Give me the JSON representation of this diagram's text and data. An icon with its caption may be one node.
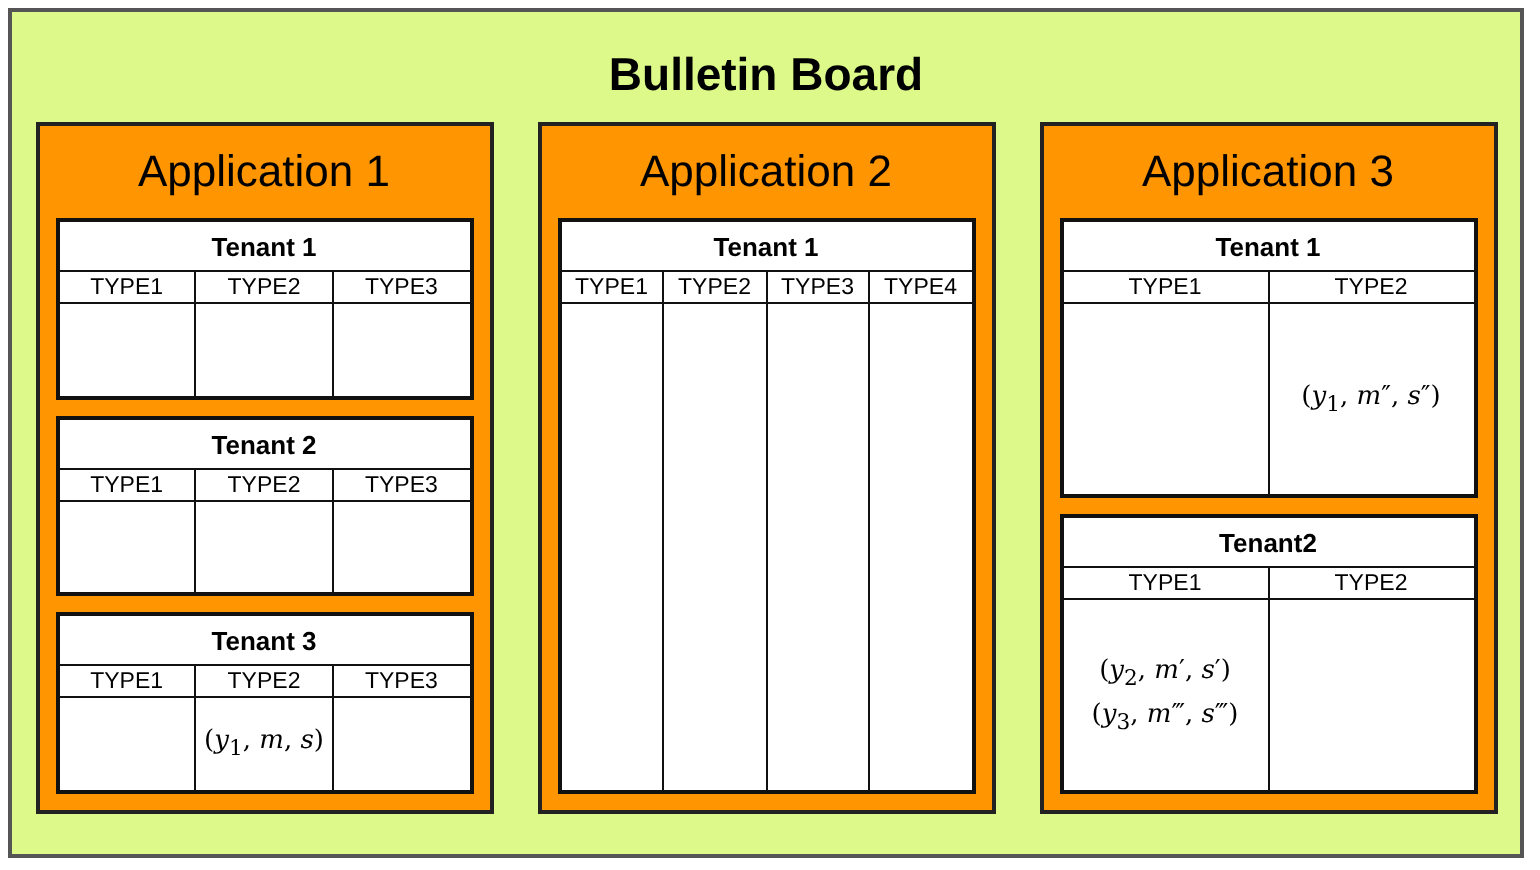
{
  "diagram": {
    "nodes": [
      {
        "text": [
          "Bulletin Board"
        ]
      },
      {
        "text": [
          "Application 1"
        ],
        "in": 0
      },
      {
        "text": [
          "Tenant 1"
        ],
        "in": 1
      },
      {
        "text": [
          "TYPE1"
        ],
        "in": 2
      },
      {
        "text": [
          "TYPE2"
        ],
        "in": 2
      },
      {
        "text": [
          "TYPE3"
        ],
        "in": 2
      },
      {
        "text": [
          "Tenant 2"
        ],
        "in": 1
      },
      {
        "text": [
          "TYPE1"
        ],
        "in": 6
      },
      {
        "text": [
          "TYPE2"
        ],
        "in": 6
      },
      {
        "text": [
          "TYPE3"
        ],
        "in": 6
      },
      {
        "text": [
          "Tenant 3"
        ],
        "in": 1
      },
      {
        "text": [
          "TYPE1"
        ],
        "in": 10
      },
      {
        "text": [
          "TYPE2",
          "(*y*$_{1}$, *m*, *s*)"
        ],
        "in": 10
      },
      {
        "text": [
          "TYPE3"
        ],
        "in": 10
      },
      {
        "text": [
          "Application 2"
        ],
        "in": 0
      },
      {
        "text": [
          "Tenant 1"
        ],
        "in": 14
      },
      {
        "text": [
          "TYPE1"
        ],
        "in": 15
      },
      {
        "text": [
          "TYPE2"
        ],
        "in": 15
      },
      {
        "text": [
          "TYPE3"
        ],
        "in": 15
      },
      {
        "text": [
          "TYPE4"
        ],
        "in": 15
      },
      {
        "text": [
          "Application 3"
        ],
        "in": 0
      },
      {
        "text": [
          "Tenant 1"
        ],
        "in": 20
      },
      {
        "text": [
          "TYPE1"
        ],
        "in": 21
      },
      {
        "text": [
          "TYPE2",
          "(*y*$_{1}$, *m*″, *s*″)"
        ],
        "in": 21
      },
      {
        "text": [
          "Tenant2"
        ],
        "in": 20
      },
      {
        "text": [
          "TYPE1",
          "(*y*$_{2}$, *m*′, *s*′)",
          "(*y*$_{3}$, *m*‴, *s*‴)"
        ],
        "in": 24
      },
      {
        "text": [
          "TYPE2"
        ],
        "in": 24
      }
    ]
  }
}
